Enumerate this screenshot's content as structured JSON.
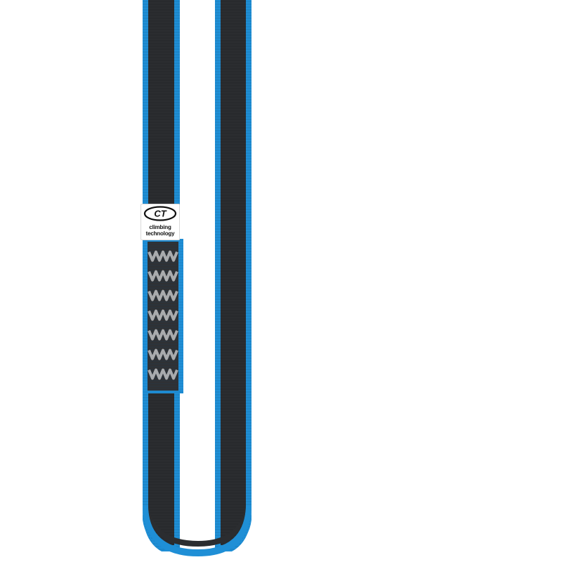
{
  "product": {
    "tag_logo": "CT",
    "tag_line_1": "climbing",
    "tag_line_2": "technology"
  },
  "colors": {
    "background": "#ffffff",
    "webbing_core": "#2b2d30",
    "webbing_edge": "#1f8fd6",
    "bartack": "#a9abad"
  },
  "bartack_count": 7
}
